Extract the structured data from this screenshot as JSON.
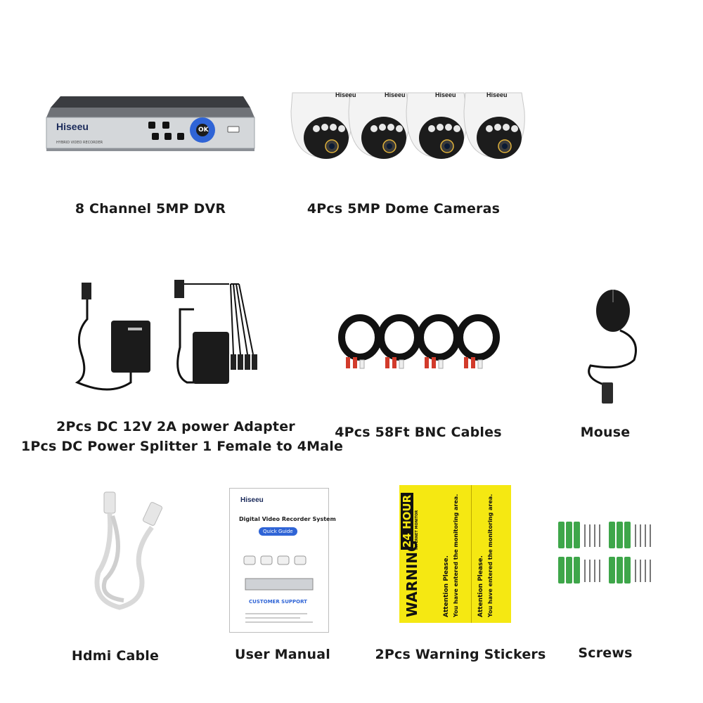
{
  "brand": {
    "logo_text": "Hiseeu",
    "dvr_caption": "HYBRID VIDEO RECORDER",
    "ok_button": "OK"
  },
  "products": [
    {
      "label": "8 Channel 5MP DVR"
    },
    {
      "label": "4Pcs 5MP Dome Cameras"
    },
    {
      "label_line1": "2Pcs DC 12V 2A power Adapter",
      "label_line2": "1Pcs DC Power Splitter 1 Female to 4Male"
    },
    {
      "label": "4Pcs 58Ft BNC Cables"
    },
    {
      "label": "Mouse"
    },
    {
      "label": "Hdmi Cable"
    },
    {
      "label": "User Manual"
    },
    {
      "label": "2Pcs Warning Stickers"
    },
    {
      "label": "Screws"
    }
  ],
  "manual": {
    "title": "Digital Video Recorder System",
    "guide_button": "Quick Guide",
    "support_heading": "CUSTOMER SUPPORT"
  },
  "sticker": {
    "warning": "WARNING",
    "hours": "24 HOUR",
    "monitor": "INTERNET MONITOR",
    "notice_line1": "Attention Please.",
    "notice_line2": "You have entered the monitoring area."
  },
  "colors": {
    "sticker_yellow": "#f5e812",
    "screw_anchor_green": "#3ea64a",
    "dvr_silver": "#c9ccd0",
    "cable_black": "#111111"
  }
}
